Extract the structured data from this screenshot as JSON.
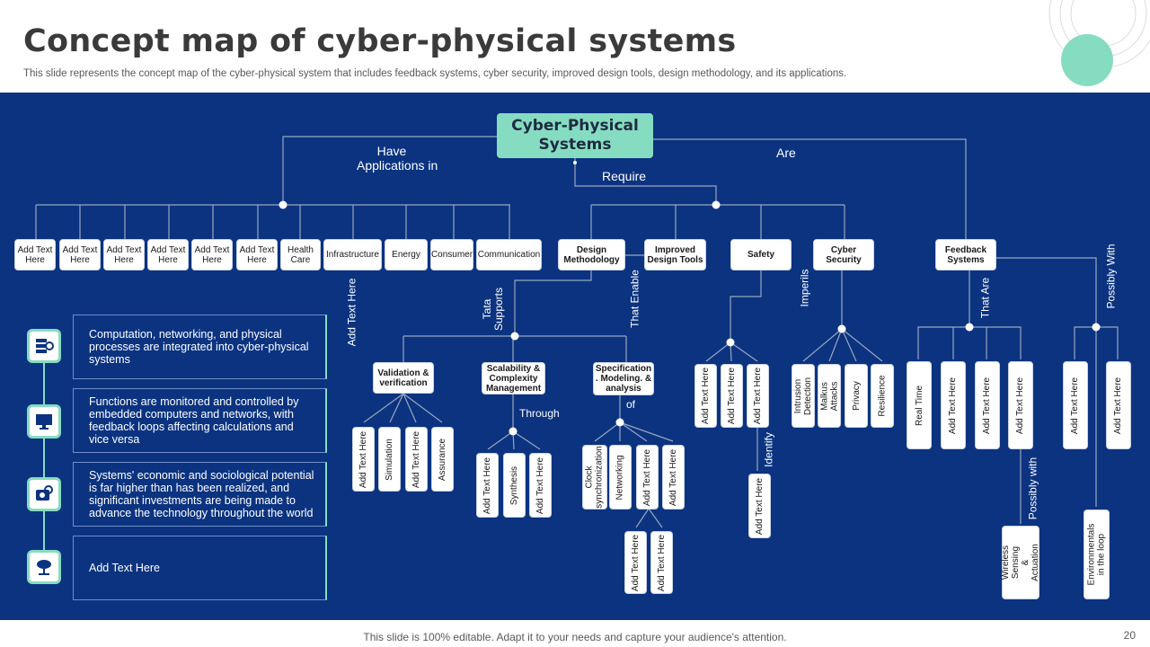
{
  "header": {
    "title": "Concept map of cyber-physical systems",
    "subtitle": "This slide represents the concept map of the cyber-physical system that includes feedback systems, cyber security, improved design tools, design methodology, and its applications."
  },
  "root": {
    "line1": "Cyber-Physical",
    "line2": "Systems"
  },
  "labels": {
    "have_line1": "Have",
    "have_line2": "Applications in",
    "are": "Are",
    "require": "Require",
    "add_text_vertical": "Add Text Here",
    "tata_line1": "Tata",
    "tata_line2": "Supports",
    "that_enable": "That Enable",
    "imperils": "Imperils",
    "that_are": "That Are",
    "possibly_with_1": "Possibly With",
    "through": "Through",
    "of": "of",
    "identify": "Identify",
    "possibly_with_2": "Possibly with"
  },
  "applications": [
    "Add Text Here",
    "Add Text Here",
    "Add Text Here",
    "Add Text Here",
    "Add Text Here",
    "Add Text Here",
    "Health Care",
    "Infrastructure",
    "Energy",
    "Consumer",
    "Communication"
  ],
  "nodes": {
    "design_methodology": "Design Methodology",
    "improved_design_tools": "Improved Design Tools",
    "safety": "Safety",
    "cyber_security": "Cyber Security",
    "feedback_systems": "Feedback Systems",
    "validation": "Validation & verification",
    "scalability": "Scalability & Complexity Management",
    "specification": "Specification . Modeling. & analysis",
    "validation_children": [
      "Add Text Here",
      "Simulation",
      "Add Text Here",
      "Assurance"
    ],
    "scalability_children": [
      "Add Text Here",
      "Synthesis",
      "Add Text Here"
    ],
    "specification_children": [
      "Clock synchronization",
      "Networking",
      "Add Text Here",
      "Add Text Here"
    ],
    "specification_sub": [
      "Add Text Here",
      "Add Text Here"
    ],
    "safety_children": [
      "Add Text Here",
      "Add Text Here",
      "Add Text Here"
    ],
    "safety_identify_child": "Add Text Here",
    "security_children": [
      "Intrusion Detection",
      "Malkus Attacks",
      "Privacy",
      "Resilience"
    ],
    "feedback_children": [
      "Real Time",
      "Add Text Here",
      "Add Text Here",
      "Add Text Here"
    ],
    "feedback_possibly": [
      "Add Text Here",
      "Add Text Here"
    ],
    "wireless": "Wireless Sensing & Actuation",
    "environmentals": "Environmentals in the loop"
  },
  "info": [
    {
      "text": "Computation, networking, and physical processes are integrated into cyber-physical systems",
      "icon": "server-gear-icon"
    },
    {
      "text": "Functions are monitored and controlled by embedded computers and networks, with feedback loops affecting calculations and vice versa",
      "icon": "monitor-icon"
    },
    {
      "text": "Systems' economic and sociological potential is far higher than has been realized, and significant investments are being made to advance the technology throughout the world",
      "icon": "cloud-settings-icon"
    },
    {
      "text": "Add Text Here",
      "icon": "cloud-network-icon"
    }
  ],
  "footer": "This slide is 100% editable. Adapt it to your needs and capture your audience's attention.",
  "page_number": "20",
  "colors": {
    "panel": "#0b3380",
    "accent": "#86dcc0",
    "line": "#9aa7bd"
  }
}
